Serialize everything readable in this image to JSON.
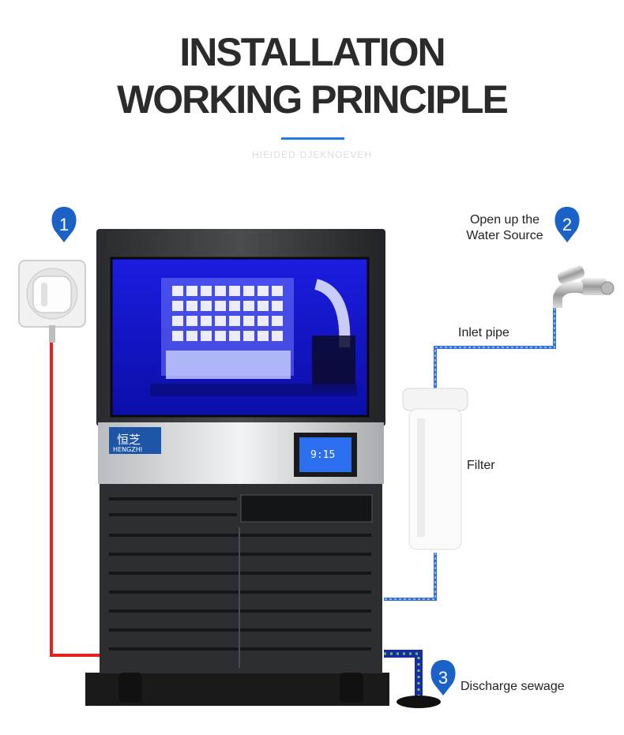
{
  "header": {
    "title_line1": "INSTALLATION",
    "title_line2": "WORKING PRINCIPLE",
    "subtitle": "HIEIDED·DJEKNOEVEH",
    "accent_color": "#1e7be0"
  },
  "steps": [
    {
      "number": "1",
      "icon": "map-pin-icon"
    },
    {
      "number": "2",
      "icon": "map-pin-icon"
    },
    {
      "number": "3",
      "icon": "map-pin-icon"
    }
  ],
  "labels": {
    "water_source_line1": "Open up the",
    "water_source_line2": "Water Source",
    "inlet_pipe": "Inlet pipe",
    "filter": "Filter",
    "discharge": "Discharge sewage"
  },
  "machine": {
    "brand_cn": "恒芝",
    "brand_en": "HENGZHI",
    "display_value": "9:15"
  },
  "colors": {
    "power_cable": "#e8211d",
    "water_pipe": "#2f6fe0",
    "pin": "#1a62c8",
    "cabinet_light": "#1418e8"
  }
}
